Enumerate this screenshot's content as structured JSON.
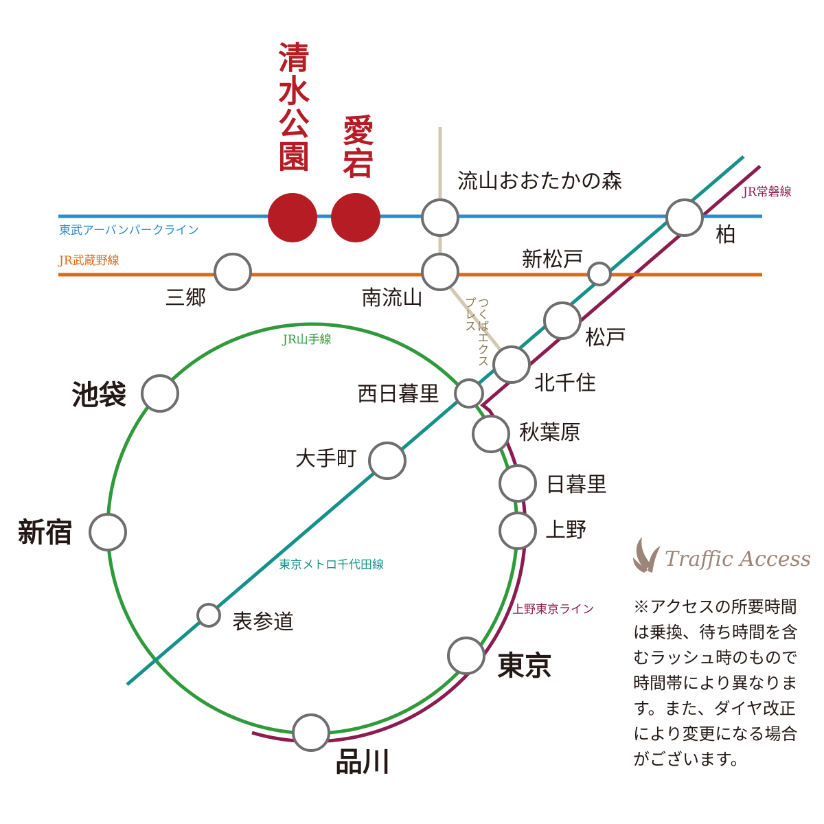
{
  "colors": {
    "tobu": "#2e8bc9",
    "musashino": "#d96a1a",
    "tsukuba": "#d3c8b4",
    "chiyoda": "#15918a",
    "joban": "#8a1c4f",
    "yamanote": "#2e9a3a",
    "highlight": "#b51c24",
    "station_stroke": "#6e6e6e"
  },
  "highlight_stations": [
    "清水公園",
    "愛宕"
  ],
  "lines": {
    "tobu": "東武アーバンパークライン",
    "musashino": "JR武蔵野線",
    "tsukuba": "つくばエクスプレス",
    "yamanote": "JR山手線",
    "chiyoda": "東京メトロ千代田線",
    "joban": "JR常磐線",
    "ueno_tokyo": "上野東京ライン"
  },
  "stations": {
    "nagareyama_otakanomori": "流山おおたかの森",
    "minami_nagareyama": "南流山",
    "misato": "三郷",
    "kashiwa": "柏",
    "shin_matsudo": "新松戸",
    "matsudo": "松戸",
    "kita_senju": "北千住",
    "nishi_nippori": "西日暮里",
    "akihabara": "秋葉原",
    "nippori": "日暮里",
    "ueno": "上野",
    "tokyo": "東京",
    "shinagawa": "品川",
    "ikebukuro": "池袋",
    "shinjuku": "新宿",
    "otemachi": "大手町",
    "omotesando": "表参道"
  },
  "traffic_access": {
    "title": "Traffic Access",
    "note": "※アクセスの所要時間は乗換、待ち時間を含むラッシュ時のもので時間帯により異なります。また、ダイヤ改正により変更になる場合がございます。"
  }
}
